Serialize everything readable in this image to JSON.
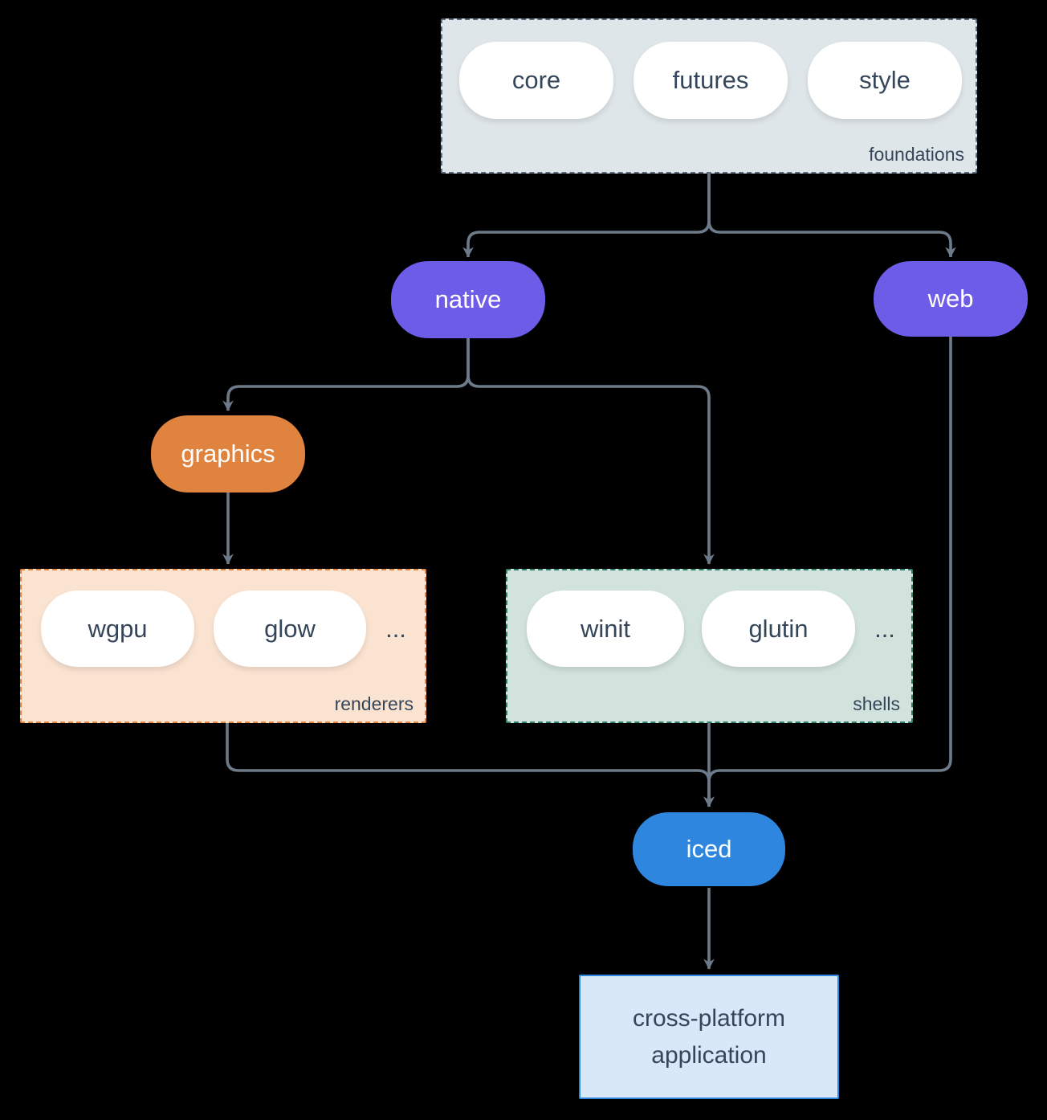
{
  "colors": {
    "background": "#000000",
    "edge": "#6d7a89",
    "darkText": "#36465a",
    "lightText": "#ffffff",
    "purple": "#6c5ce7",
    "orange": "#e0833e",
    "blue": "#2e86de",
    "chipBg": "#ffffff",
    "foundationsBg": "#dfe6e9",
    "foundationsBorder": "#5b6b7b",
    "renderersBg": "#fbe3d1",
    "renderersBorder": "#e8823c",
    "shellsBg": "#d2e2dc",
    "shellsBorder": "#2a7f6c",
    "appBg": "#d9e8f8",
    "appBorder": "#2e86de"
  },
  "groups": {
    "foundations": {
      "label": "foundations",
      "items": [
        "core",
        "futures",
        "style"
      ]
    },
    "renderers": {
      "label": "renderers",
      "items": [
        "wgpu",
        "glow"
      ],
      "ellipsis": "..."
    },
    "shells": {
      "label": "shells",
      "items": [
        "winit",
        "glutin"
      ],
      "ellipsis": "..."
    }
  },
  "nodes": {
    "native": "native",
    "web": "web",
    "graphics": "graphics",
    "iced": "iced",
    "app": {
      "line1": "cross-platform",
      "line2": "application"
    }
  }
}
